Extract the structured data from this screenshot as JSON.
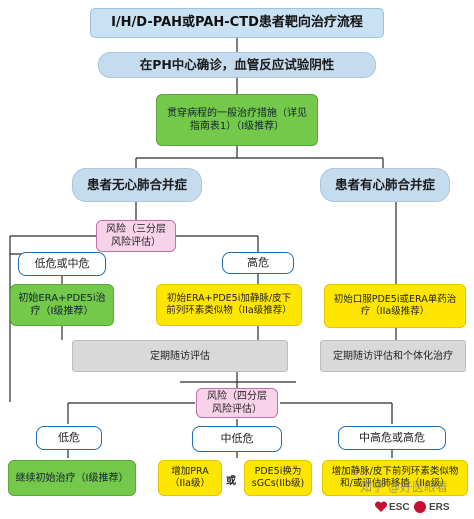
{
  "title": "I/H/D-PAH或PAH-CTD患者靶向治疗流程",
  "step_confirm": "在PH中心确诊，血管反应试验阴性",
  "general_measures": "贯穿病程的一般治疗措施（详见指南表1）（I级推荐）",
  "no_comorbidity": "患者无心肺合并症",
  "with_comorbidity": "患者有心肺合并症",
  "risk_three": "风险（三分层风险评估）",
  "low_intermediate": "低危或中危",
  "high_risk": "高危",
  "initial_dual": "初始ERA+PDE5i治疗（I级推荐）",
  "initial_triple": "初始ERA+PDE5i加静脉/皮下前列环素类似物（IIa级推荐）",
  "initial_mono": "初始口服PDE5i或ERA单药治疗（IIa级推荐）",
  "followup_regular": "定期随访评估",
  "followup_individual": "定期随访评估和个体化治疗",
  "risk_four": "风险（四分层风险评估）",
  "low": "低危",
  "intermediate_low": "中低危",
  "intermediate_high": "中高危或高危",
  "continue_initial": "继续初始治疗（I级推荐）",
  "add_pra": "增加PRA（IIa级）",
  "or_label": "或",
  "switch_sgc": "PDE5i换为sGCs(IIb级)",
  "add_iv_prostacyclin": "增加静脉/皮下前列环素类似物和/或评估肺移植（IIa级）",
  "watermark": "知乎 @好医眼看",
  "logo_esc": "ESC",
  "logo_ers": "ERS",
  "colors": {
    "title_bg": "#c8e2f4",
    "green": "#74c84a",
    "pink": "#f7d3ea",
    "yellow": "#ffe600",
    "gray": "#d9d9d9",
    "blue_border": "#1f6fb0"
  }
}
